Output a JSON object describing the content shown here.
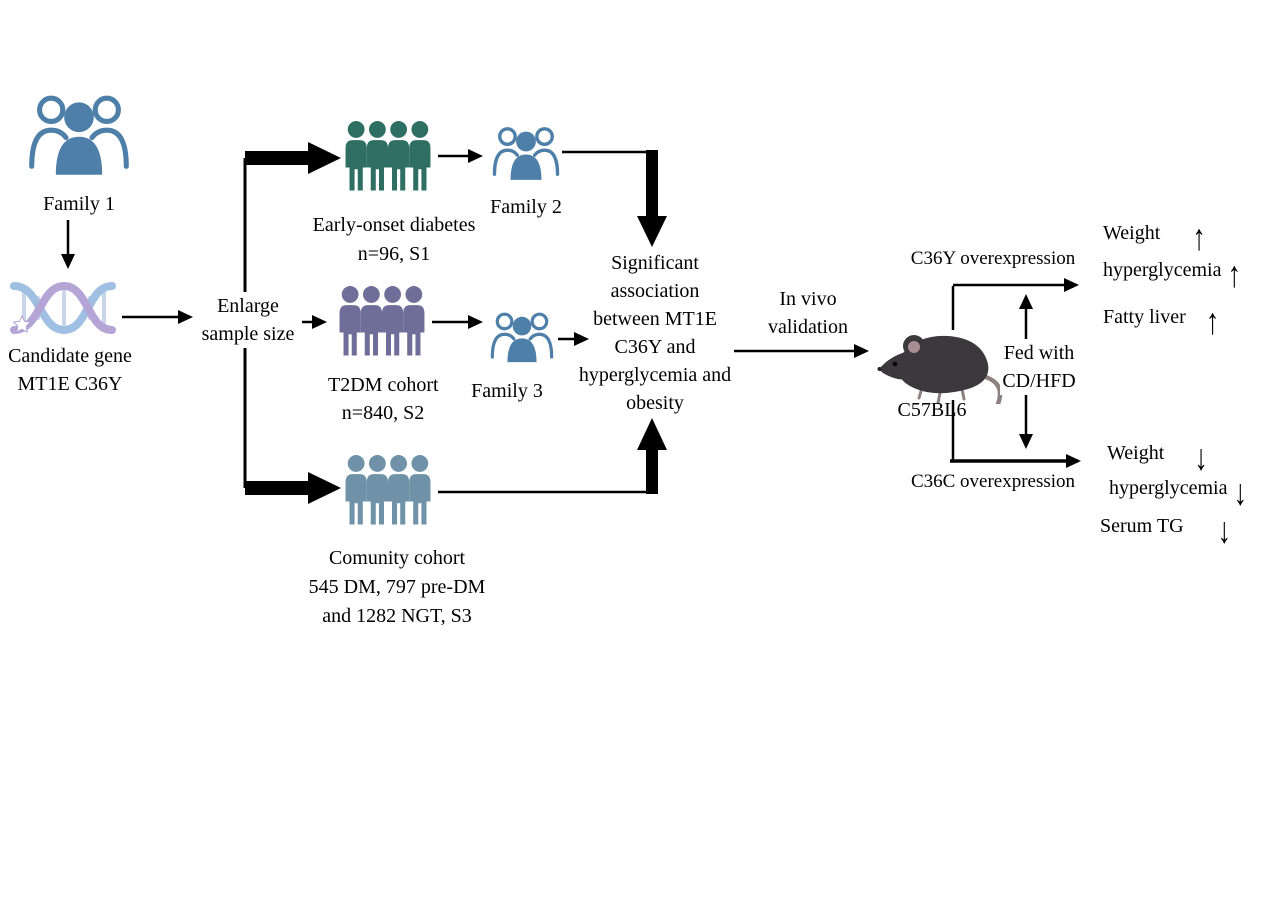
{
  "figure": {
    "description": "Study design flowchart: discovery of MT1E C36Y and in vivo validation"
  },
  "colors": {
    "family_blue": "#4d7fa9",
    "early_onset_green": "#2f6f63",
    "t2dm_purple": "#6f6e99",
    "community_blue_gray": "#6f92a8",
    "dna_strand_blue": "#9fc0e2",
    "dna_strand_purple": "#b5a4d6",
    "mouse_body": "#3b393b",
    "arrow": "#000000"
  },
  "nodes": {
    "family1": {
      "label": "Family 1",
      "icon": "family-icon"
    },
    "candidate_gene": {
      "line1": "Candidate gene",
      "line2": "MT1E C36Y",
      "icon": "dna-helix-icon"
    },
    "enlarge": {
      "line1": "Enlarge",
      "line2": "sample size"
    },
    "early_onset": {
      "line1": "Early-onset diabetes",
      "line2": "n=96, S1",
      "icon": "people-group-icon"
    },
    "family2": {
      "label": "Family 2",
      "icon": "family-icon"
    },
    "t2dm": {
      "line1": "T2DM cohort",
      "line2": "n=840, S2",
      "icon": "people-group-icon"
    },
    "family3": {
      "label": "Family 3",
      "icon": "family-icon"
    },
    "community": {
      "line1": "Comunity cohort",
      "line2": "545 DM, 797 pre-DM",
      "line3": "and 1282 NGT, S3",
      "icon": "people-group-icon"
    },
    "association": {
      "line1": "Significant",
      "line2": "association",
      "line3": "between MT1E",
      "line4": "C36Y and",
      "line5": "hyperglycemia and",
      "line6": "obesity"
    },
    "invivo": {
      "line1": "In vivo",
      "line2": "validation"
    },
    "mouse": {
      "label": "C57BL6",
      "icon": "mouse-icon"
    },
    "fed": {
      "line1": "Fed with",
      "line2": "CD/HFD"
    },
    "c36y": {
      "label": "C36Y overexpression"
    },
    "c36c": {
      "label": "C36C overexpression"
    }
  },
  "results_top": [
    {
      "text": "Weight",
      "arrow": "↑",
      "direction": "up"
    },
    {
      "text": "hyperglycemia",
      "arrow": "↑",
      "direction": "up"
    },
    {
      "text": "Fatty liver",
      "arrow": "↑",
      "direction": "up"
    }
  ],
  "results_bottom": [
    {
      "text": "Weight",
      "arrow": "↓",
      "direction": "down"
    },
    {
      "text": "hyperglycemia",
      "arrow": "↓",
      "direction": "down"
    },
    {
      "text": "Serum TG",
      "arrow": "↓",
      "direction": "down"
    }
  ]
}
